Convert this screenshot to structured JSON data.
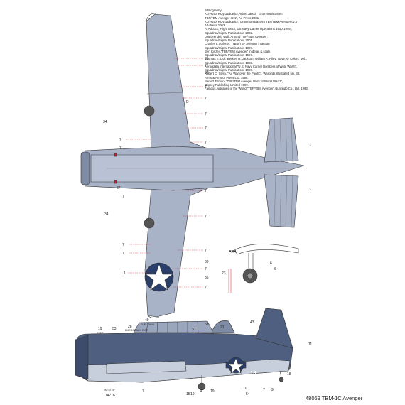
{
  "bibliography": {
    "heading": "Bibliography",
    "lines": [
      "Krzysztof Krzyształowicz,Adam Jarski, \"Grumman/Eastern",
      "TBF/TBM Avenger cz.1\", AJ-Press 2001.",
      "Krzysztof Krzyształowicz,\"Grumman/Eastern TBF/TBM Avenger cz.2\"",
      "AJ-Press 2003.",
      "Al Adcock,\"Flight Deck, US Navy Carrier Operations 1940-1946\",",
      "Squadron/Signal Publications 2002.",
      "Lou Drendel,\"Walk Around TBF/TBM Avenger\",",
      "Squadron/Signal Publications 2001.",
      "Charles L.Scrivner, \"TBM/TBF Avenger in action\",",
      "Squadron/Signal Publications 1987.",
      "Bert Kinzey,\"TBF/TBM Avenger\" in detail & scale,",
      "Squadron/Signal Publications 1997.",
      "Thomas E. Doll, Berkley R. Jackson, William A. Riley,\"Navy Air Colors\" vol.I,",
      "Squadron/Signal Publications 1983.",
      "Aeroddata International,\"U.S. Navy Carrier Bombers of Wold War II\",",
      "Squadron/Signal Publications 1987.",
      "Robert C. Stern, \"Air War over the Pacific\", Warbirds Illustrated No. 38,",
      "Arms & Armour Press Ltd. 1986.",
      "Barrett Tillman, \"TBF/TBM Avenger Units of World War 2\",",
      "Osprey Publishing Limited 1999.",
      "Famous Airplanes of the World,\"TBF/TBM Avenger\",Bunrindo Co., Ltd. 1993."
    ]
  },
  "caption": "48069 TBM-1C Avenger",
  "colors": {
    "upper_surface": "#a9b3c8",
    "upper_surface_dark": "#7f8aa4",
    "side_blue": "#4e5f80",
    "underside": "#ffffff",
    "roundel_blue": "#2a3f6b",
    "red_marking": "#d0202a",
    "line": "#333333"
  },
  "wing_callouts": {
    "upper_wing": [
      {
        "label": "35"
      },
      {
        "label": "7"
      },
      {
        "label": "38"
      },
      {
        "label": "7"
      },
      {
        "label": "7"
      },
      {
        "label": "D"
      },
      {
        "label": "34"
      },
      {
        "label": "7"
      },
      {
        "label": "7"
      },
      {
        "label": "7"
      },
      {
        "label": "7"
      },
      {
        "label": "7"
      }
    ],
    "tail": [
      {
        "label": "13"
      },
      {
        "label": "13"
      }
    ],
    "lower_wing": [
      {
        "label": "37"
      },
      {
        "label": "7"
      },
      {
        "label": "7"
      },
      {
        "label": "34"
      },
      {
        "label": "7"
      },
      {
        "label": "7"
      },
      {
        "label": "7"
      },
      {
        "label": "7"
      },
      {
        "label": "38"
      },
      {
        "label": "1"
      },
      {
        "label": "7"
      },
      {
        "label": "35"
      },
      {
        "label": "7"
      }
    ],
    "gear": [
      {
        "label": "23"
      },
      {
        "label": "6"
      },
      {
        "label": "6"
      }
    ]
  },
  "side_view": {
    "fuselage_code": "14",
    "callouts_top": [
      "19",
      "53",
      "28",
      "49",
      "31",
      "53",
      "21",
      "43",
      "11"
    ],
    "stencil_top": [
      "STEP",
      "EMERGENCY EXIT",
      "FUEL TANK"
    ],
    "callouts_bottom": [
      "NO STEP",
      "14716",
      "7",
      "15",
      "19",
      "4",
      "19",
      "10",
      "54",
      "7",
      "9",
      "18"
    ]
  },
  "gear_stencil": "PUSH"
}
